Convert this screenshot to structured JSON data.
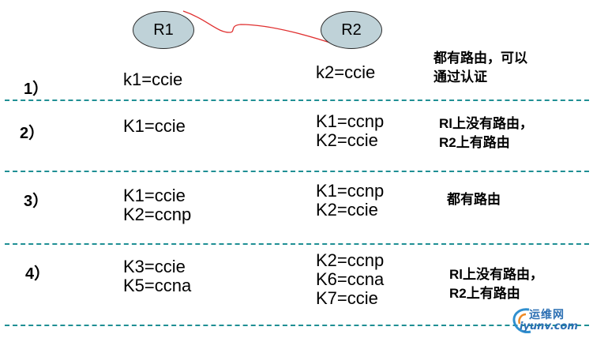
{
  "routers": {
    "r1": "R1",
    "r2": "R2"
  },
  "colors": {
    "link": "#e03030",
    "divider": "#1f8f94",
    "router_fill": "#bfd2d8"
  },
  "rows": [
    {
      "num": "1）",
      "r1_keys": [
        "k1=ccie"
      ],
      "r2_keys": [
        "k2=ccie"
      ],
      "result": [
        "都有路由，可以",
        "通过认证"
      ]
    },
    {
      "num": "2）",
      "r1_keys": [
        "K1=ccie"
      ],
      "r2_keys": [
        "K1=ccnp",
        "K2=ccie"
      ],
      "result": [
        "Rl上没有路由，",
        "R2上有路由"
      ]
    },
    {
      "num": "3）",
      "r1_keys": [
        "K1=ccie",
        "K2=ccnp"
      ],
      "r2_keys": [
        "K1=ccnp",
        "K2=ccie"
      ],
      "result": [
        "都有路由"
      ]
    },
    {
      "num": "4）",
      "r1_keys": [
        "K3=ccie",
        "K5=ccna"
      ],
      "r2_keys": [
        "K2=ccnp",
        "K6=ccna",
        "K7=ccie"
      ],
      "result": [
        "Rl上没有路由，",
        "R2上有路由"
      ]
    }
  ],
  "watermark": {
    "title": "运维网",
    "site": "iyunv.com"
  }
}
